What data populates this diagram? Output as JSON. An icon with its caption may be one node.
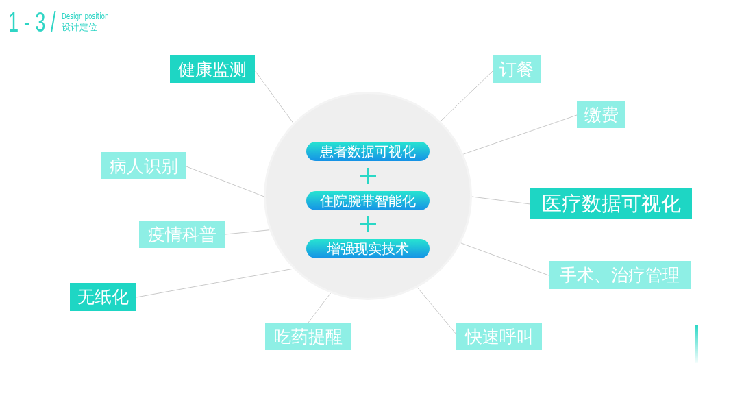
{
  "diagram": {
    "nodes": [
      {
        "text": [],
        "shape": "circle"
      },
      {
        "text": [
          "患者数据可视化"
        ],
        "in": 0
      },
      {
        "text": [
          "住院腕带智能化"
        ],
        "in": 0
      },
      {
        "text": [
          "增强现实技术"
        ],
        "in": 0
      },
      {
        "text": [
          "健康监测"
        ]
      },
      {
        "text": [
          "订餐"
        ]
      },
      {
        "text": [
          "缴费"
        ]
      },
      {
        "text": [
          "病人识别"
        ]
      },
      {
        "text": [
          "医疗数据可视化"
        ]
      },
      {
        "text": [
          "疫情科普"
        ]
      },
      {
        "text": [
          "手术、治疗管理"
        ]
      },
      {
        "text": [
          "无纸化"
        ]
      },
      {
        "text": [
          "吃药提醒"
        ]
      },
      {
        "text": [
          "快速呼叫"
        ]
      }
    ],
    "edges": [
      {
        "from": 4,
        "to": 0,
        "arrow": "none"
      },
      {
        "from": 5,
        "to": 0,
        "arrow": "none"
      },
      {
        "from": 6,
        "to": 0,
        "arrow": "none"
      },
      {
        "from": 7,
        "to": 0,
        "arrow": "none"
      },
      {
        "from": 8,
        "to": 0,
        "arrow": "none"
      },
      {
        "from": 9,
        "to": 0,
        "arrow": "none"
      },
      {
        "from": 10,
        "to": 0,
        "arrow": "none"
      },
      {
        "from": 11,
        "to": 0,
        "arrow": "none"
      },
      {
        "from": 12,
        "to": 0,
        "arrow": "none"
      },
      {
        "from": 13,
        "to": 0,
        "arrow": "none"
      }
    ],
    "labels": [
      "1 - 3 /",
      "Design position",
      "设计定位"
    ]
  }
}
